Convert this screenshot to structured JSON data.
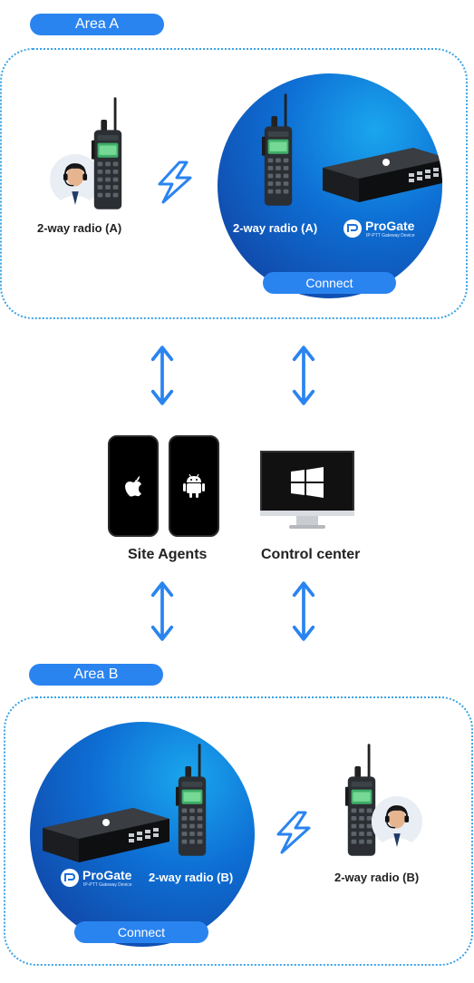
{
  "areas": {
    "a": {
      "title": "Area A",
      "left_label": "2-way radio (A)",
      "circle_label": "2-way radio (A)",
      "connect": "Connect"
    },
    "b": {
      "title": "Area B",
      "right_label": "2-way radio (B)",
      "circle_label": "2-way radio (B)",
      "connect": "Connect"
    }
  },
  "brand": {
    "name": "ProGate",
    "tagline": "IP-PTT Gateway Device"
  },
  "middle": {
    "site_agents": "Site Agents",
    "control_center": "Control center"
  },
  "colors": {
    "accent": "#2a84f0",
    "arrow": "#2a84f0",
    "dotted_border": "#3aa3e6",
    "circle_dark": "#123a9a",
    "circle_light": "#1aa6ee"
  }
}
